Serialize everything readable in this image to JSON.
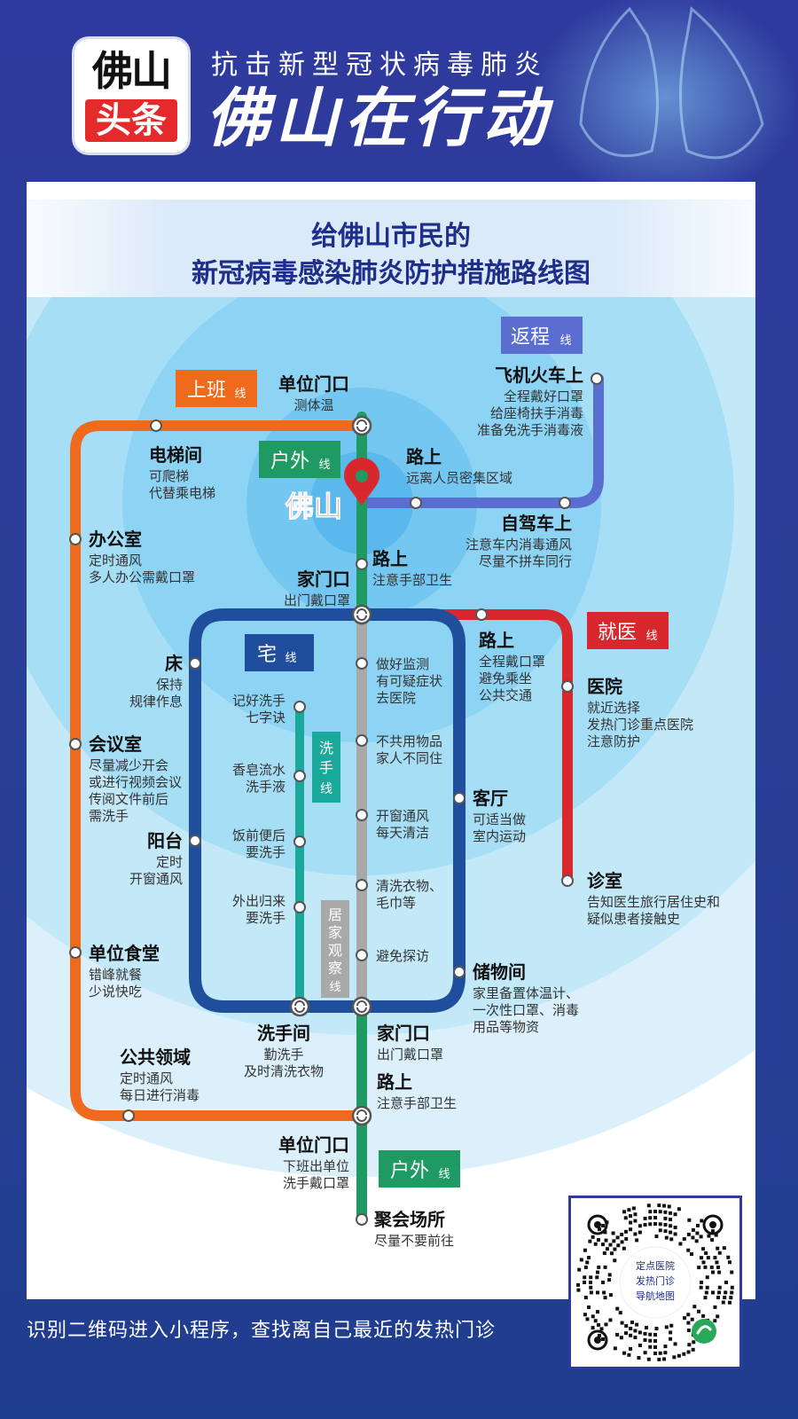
{
  "header": {
    "logo_line1": "佛山",
    "logo_line2": "头条",
    "subtitle": "抗击新型冠状病毒肺炎",
    "headline": "佛山在行动"
  },
  "card": {
    "title_line1": "给佛山市民的",
    "title_line2": "新冠病毒感染肺炎防护措施路线图"
  },
  "center_label": "佛山",
  "line_tags": {
    "fancheng": {
      "main": "返程",
      "suffix": "线"
    },
    "shangban": {
      "main": "上班",
      "suffix": "线"
    },
    "huwai_top": {
      "main": "户外",
      "suffix": "线"
    },
    "jiuyi": {
      "main": "就医",
      "suffix": "线"
    },
    "zhai": {
      "main": "宅",
      "suffix": "线"
    },
    "huwai_bottom": {
      "main": "户外",
      "suffix": "线"
    },
    "xishou": {
      "chars": [
        "洗",
        "手",
        "线"
      ]
    },
    "jujia": {
      "chars": [
        "居",
        "家",
        "观",
        "察",
        "线"
      ]
    }
  },
  "stations": {
    "danwei_top": {
      "title": "单位门口",
      "lines": [
        "测体温"
      ]
    },
    "feiji": {
      "title": "飞机火车上",
      "lines": [
        "全程戴好口罩",
        "给座椅扶手消毒",
        "准备免洗手消毒液"
      ]
    },
    "dianti": {
      "title": "电梯间",
      "lines": [
        "可爬梯",
        "代替乘电梯"
      ]
    },
    "lushang_top": {
      "title": "路上",
      "lines": [
        "远离人员密集区域"
      ]
    },
    "zijia": {
      "title": "自驾车上",
      "lines": [
        "注意车内消毒通风",
        "尽量不拼车同行"
      ]
    },
    "bangong": {
      "title": "办公室",
      "lines": [
        "定时通风",
        "多人办公需戴口罩"
      ]
    },
    "lushang_mid": {
      "title": "路上",
      "lines": [
        "注意手部卫生"
      ]
    },
    "jiamen_top": {
      "title": "家门口",
      "lines": [
        "出门戴口罩"
      ]
    },
    "lushang_jy": {
      "title": "路上",
      "lines": [
        "全程戴口罩",
        "避免乘坐",
        "公共交通"
      ]
    },
    "chuang": {
      "title": "床",
      "lines": [
        "保持",
        "规律作息"
      ]
    },
    "yiyuan": {
      "title": "医院",
      "lines": [
        "就近选择",
        "发热门诊重点医院",
        "注意防护"
      ]
    },
    "huiyi": {
      "title": "会议室",
      "lines": [
        "尽量减少开会",
        "或进行视频会议",
        "传阅文件前后",
        "需洗手"
      ]
    },
    "keting": {
      "title": "客厅",
      "lines": [
        "可适当做",
        "室内运动"
      ]
    },
    "yangtai": {
      "title": "阳台",
      "lines": [
        "定时",
        "开窗通风"
      ]
    },
    "zhenshi": {
      "title": "诊室",
      "lines": [
        "告知医生旅行居住史和",
        "疑似患者接触史"
      ]
    },
    "shitang": {
      "title": "单位食堂",
      "lines": [
        "错峰就餐",
        "少说快吃"
      ]
    },
    "chuwu": {
      "title": "储物间",
      "lines": [
        "家里备置体温计、",
        "一次性口罩、消毒",
        "用品等物资"
      ]
    },
    "xishoujian": {
      "title": "洗手间",
      "lines": [
        "勤洗手",
        "及时清洗衣物"
      ]
    },
    "jiamen_bottom": {
      "title": "家门口",
      "lines": [
        "出门戴口罩"
      ]
    },
    "gonggong": {
      "title": "公共领域",
      "lines": [
        "定时通风",
        "每日进行消毒"
      ]
    },
    "lushang_bottom": {
      "title": "路上",
      "lines": [
        "注意手部卫生"
      ]
    },
    "danwei_bottom": {
      "title": "单位门口",
      "lines": [
        "下班出单位",
        "洗手戴口罩"
      ]
    },
    "juhui": {
      "title": "聚会场所",
      "lines": [
        "尽量不要前往"
      ]
    }
  },
  "wash_steps": [
    [
      "记好洗手",
      "七字诀"
    ],
    [
      "香皂流水",
      "洗手液"
    ],
    [
      "饭前便后",
      "要洗手"
    ],
    [
      "外出归来",
      "要洗手"
    ]
  ],
  "observe_steps": [
    [
      "做好监测",
      "有可疑症状",
      "去医院"
    ],
    [
      "不共用物品",
      "家人不同住"
    ],
    [
      "开窗通风",
      "每天清洁"
    ],
    [
      "清洗衣物、",
      "毛巾等"
    ],
    [
      "避免探访"
    ]
  ],
  "qr": {
    "center_lines": [
      "定点医院",
      "发热门诊",
      "导航地图"
    ]
  },
  "footer": "识别二维码进入小程序，查找离自己最近的发热门诊",
  "colors": {
    "orange": "#f06a1d",
    "green": "#1e9a62",
    "purple": "#5a6dd0",
    "red": "#d8282e",
    "navy": "#1f4f9c",
    "teal": "#1aa89a",
    "gray": "#a9a9a9",
    "title_blue": "#1e2e8a"
  }
}
